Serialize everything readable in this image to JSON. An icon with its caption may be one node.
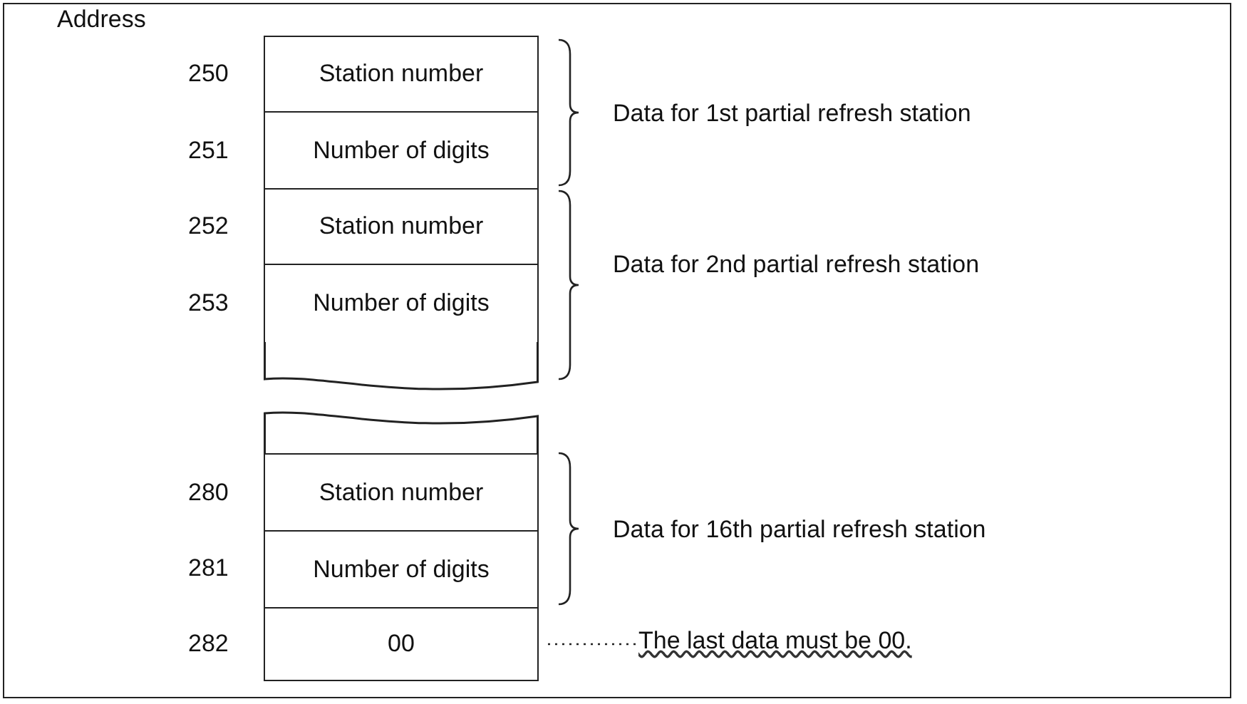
{
  "diagram": {
    "nodes": [
      {
        "text": [
          "Station number"
        ]
      },
      {
        "text": [
          "Number of digits"
        ]
      },
      {
        "text": [
          "Station number"
        ]
      },
      {
        "text": [
          "Number of digits"
        ]
      },
      {
        "text": [
          "Station number"
        ]
      },
      {
        "text": [
          "Number of digits"
        ]
      },
      {
        "text": [
          "00"
        ]
      },
      {
        "text": [
          "The last data must be 00."
        ]
      }
    ],
    "edges": [
      {
        "from": 7,
        "to": 6,
        "arrow": "none",
        "style": "dashed"
      }
    ],
    "labels": [
      "Address",
      "250",
      "251",
      "252",
      "253",
      "280",
      "281",
      "282",
      "Data for 1st partial refresh station",
      "Data for 2nd partial refresh station",
      "Data for 16th partial refresh station"
    ]
  }
}
